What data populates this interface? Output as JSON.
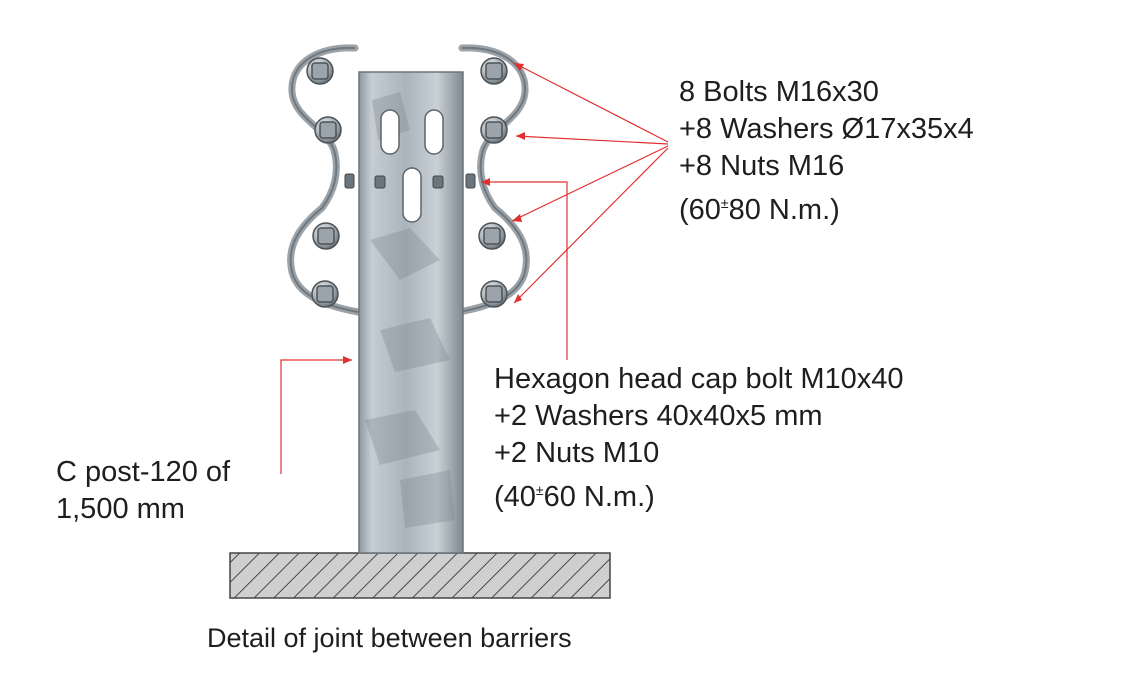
{
  "bolts_label": {
    "line1": "8 Bolts M16x30",
    "line2": "+8 Washers Ø17x35x4",
    "line3": "+8 Nuts M16",
    "torque_prefix": "(60",
    "torque_pm": "±",
    "torque_suffix": "80 N.m.)"
  },
  "hex_label": {
    "line1": "Hexagon head cap bolt M10x40",
    "line2": "+2 Washers 40x40x5 mm",
    "line3": "+2 Nuts M10",
    "torque_prefix": "(40",
    "torque_pm": "±",
    "torque_suffix": "60 N.m.)"
  },
  "post_label": {
    "line1": "C post-120 of",
    "line2": "1,500 mm"
  },
  "caption": "Detail of joint between barriers",
  "colors": {
    "leader_lines": "#e03030",
    "post_steel": "#b9c2c9",
    "ground_hatch": "#555555",
    "ground_fill": "#c8c8c8"
  }
}
